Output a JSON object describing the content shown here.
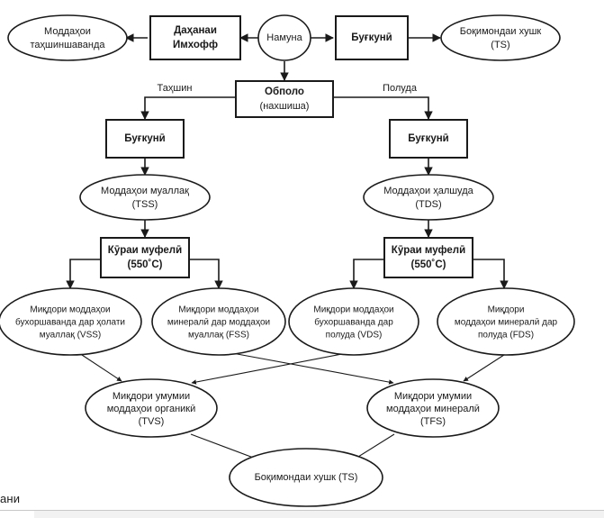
{
  "diagram": {
    "title": "Sample water analysis scheme",
    "colors": {
      "stroke": "#1a1a1a",
      "fill": "#ffffff",
      "background": "#ffffff"
    },
    "nodes": {
      "settled_solids": {
        "line1": "Моддаҳои",
        "line2": "таҳшиншаванда"
      },
      "imhoff_cone": {
        "line1": "Даҳанаи",
        "line2": "Имхофф"
      },
      "sample": {
        "line1": "Намуна"
      },
      "evaporation_top": {
        "line1": "Буғкунӣ"
      },
      "dry_residue_top": {
        "line1": "Боқимондаи хушк",
        "line2": "(TS)"
      },
      "filtration": {
        "line1": "Обполо",
        "line2": "(нахшиша)"
      },
      "evaporation_left": {
        "line1": "Буғкунӣ"
      },
      "evaporation_right": {
        "line1": "Буғкунӣ"
      },
      "suspended_solids": {
        "line1": "Моддаҳои муаллақ",
        "line2": "(TSS)"
      },
      "dissolved_solids": {
        "line1": "Моддаҳои ҳалшуда",
        "line2": "(TDS)"
      },
      "muffle_furnace_left": {
        "line1": "Кӯраи муфелӣ",
        "line2": "(550˚С)"
      },
      "muffle_furnace_right": {
        "line1": "Кӯраи муфелӣ",
        "line2": "(550˚С)"
      },
      "vss": {
        "line1": "Миқдори моддаҳои",
        "line2": "бухоршаванда дар ҳолати",
        "line3": "муаллақ (VSS)"
      },
      "fss": {
        "line1": "Миқдори моддаҳои",
        "line2": "минералӣ дар моддаҳои",
        "line3": "муаллақ (FSS)"
      },
      "vds": {
        "line1": "Миқдори моддаҳои",
        "line2": "бухоршаванда дар",
        "line3": "полуда (VDS)"
      },
      "fds": {
        "line1": "Миқдори",
        "line2": "моддаҳои минералӣ дар",
        "line3": "полуда (FDS)"
      },
      "tvs": {
        "line1": "Миқдори умумии",
        "line2": "моддаҳои органикӣ",
        "line3": "(TVS)"
      },
      "tfs": {
        "line1": "Миқдори умумии",
        "line2": "моддаҳои минералӣ",
        "line3": "(TFS)"
      },
      "total_solids": {
        "line1": "Боқимондаи хушк (TS)"
      }
    },
    "edge_labels": {
      "sediment_branch": "Таҳшин",
      "filtrate_branch": "Полуда"
    },
    "footer": {
      "fragment": "ани"
    }
  }
}
